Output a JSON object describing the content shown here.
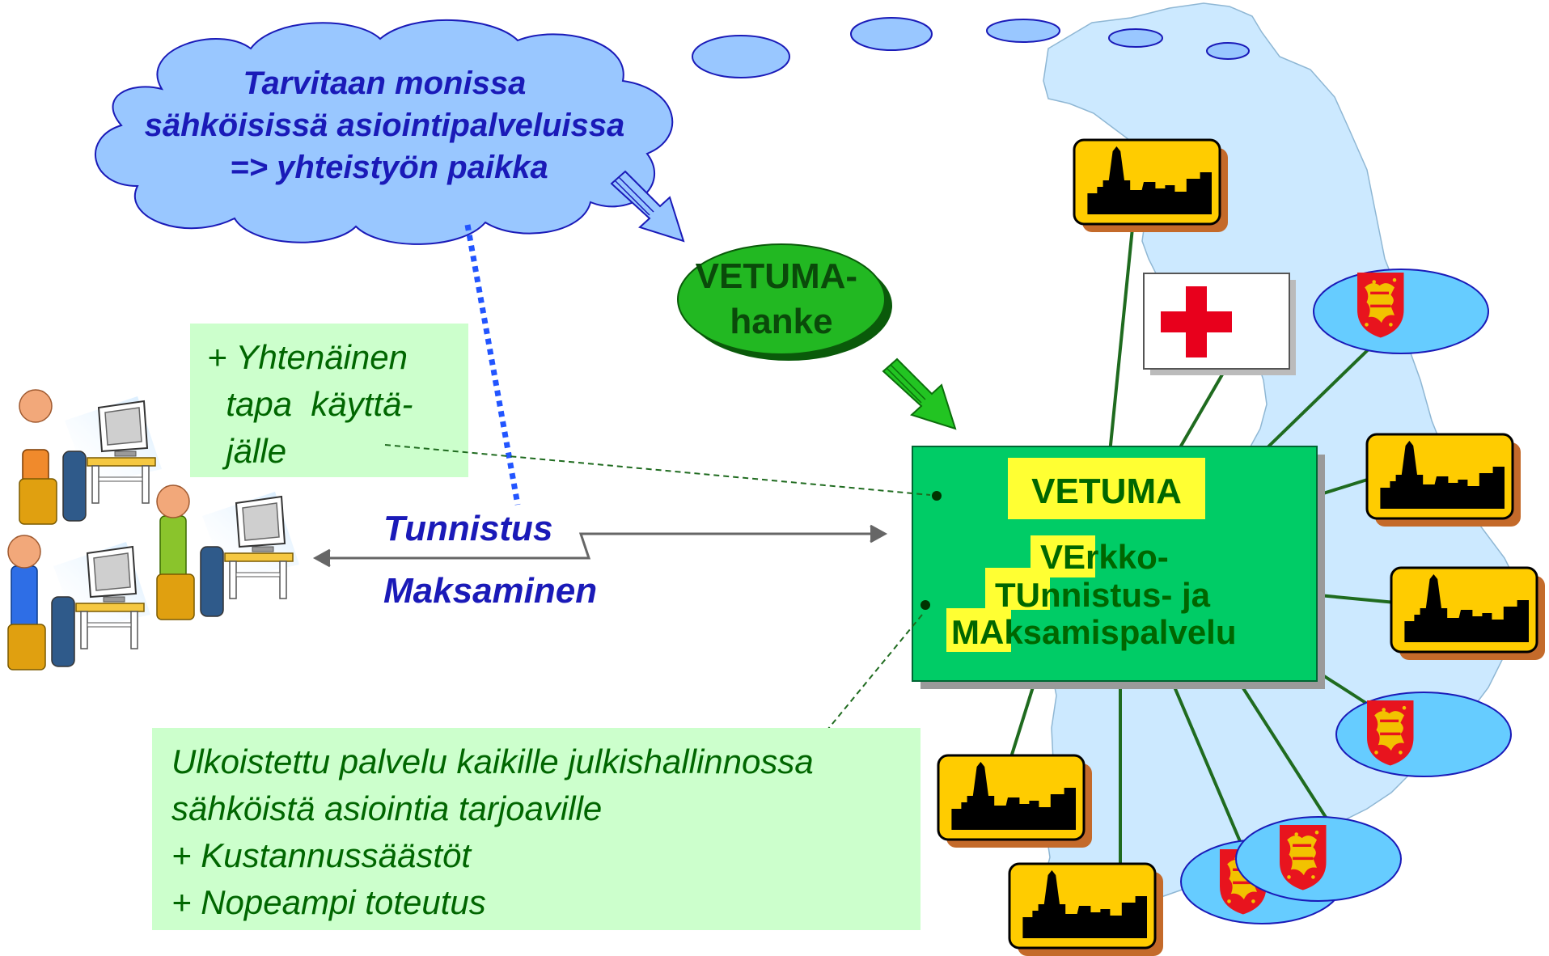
{
  "cloud": {
    "lines": [
      "Tarvitaan monissa",
      "sähköisissä asiointipalveluissa",
      "=> yhteistyön paikka"
    ],
    "text_color": "#1a1ab8",
    "fill_color": "#99c7ff"
  },
  "project": {
    "lines": [
      "VETUMA-",
      "hanke"
    ],
    "fill_color": "#22b822"
  },
  "benefit_user": {
    "lines": [
      "+ Yhtenäinen",
      "  tapa  käyttä-",
      "  jälle"
    ],
    "bg_color": "#ccffcc"
  },
  "services": {
    "identification": "Tunnistus",
    "payment": "Maksaminen",
    "text_color": "#1a1ab8"
  },
  "vetuma": {
    "title": "VETUMA",
    "line1_hl": "VE",
    "line1_rest": "rkko-",
    "line2_hl": "TU",
    "line2_rest": "nnistus- ja",
    "line3_hl": "MA",
    "line3_rest": "ksamispalvelu",
    "fill_color": "#00cc66",
    "highlight_color": "#ffff33",
    "text_color": "#006600"
  },
  "outsourced": {
    "lines": [
      "Ulkoistettu palvelu kaikille julkishallinnossa",
      "sähköistä asiointia tarjoaville",
      "+ Kustannussäästöt",
      "+ Nopeampi toteutus"
    ],
    "bg_color": "#ccffcc",
    "text_color": "#006600"
  },
  "colors": {
    "map": "#cce9ff",
    "connector": "#1f6b1f",
    "municipality_sign": "#ffcc00",
    "red_cross": "#e8001c",
    "coat_of_arms": "#e8141e",
    "oval": "#66ccff"
  },
  "icons": [
    "thought-cloud-icon",
    "computer-user-icon",
    "city-skyline-icon",
    "red-cross-icon",
    "finnish-coat-of-arms-icon",
    "block-arrow-icon"
  ]
}
